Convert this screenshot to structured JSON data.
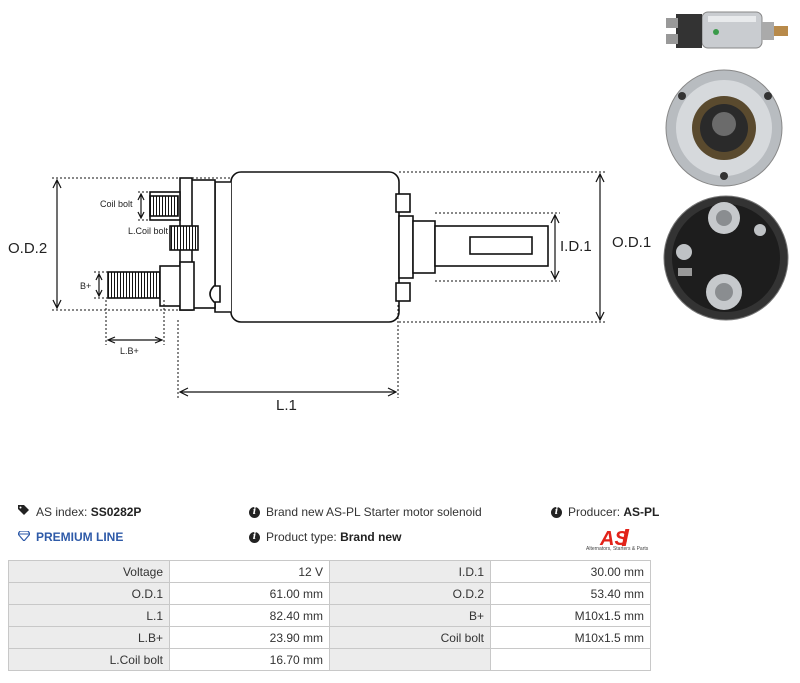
{
  "diagram": {
    "labels": {
      "od2": "O.D.2",
      "od1": "O.D.1",
      "id1": "I.D.1",
      "l1": "L.1",
      "coil_bolt": "Coil bolt",
      "l_coil_bolt": "L.Coil bolt",
      "b_plus": "B+",
      "l_b_plus": "L.B+"
    }
  },
  "info": {
    "as_index_label": "AS index:",
    "as_index_value": "SS0282P",
    "premium": "PREMIUM LINE",
    "description": "Brand new AS-PL Starter motor solenoid",
    "product_type_label": "Product type:",
    "product_type_value": "Brand new",
    "producer_label": "Producer:",
    "producer_value": "AS-PL",
    "logo_text": "AS",
    "logo_tagline": "Alternators, Starters & Parts"
  },
  "colors": {
    "accent": "#2e5aa8",
    "logo_red": "#e2231a",
    "header_bg": "#ececec"
  },
  "specs": [
    [
      {
        "k": "Voltage",
        "v": "12 V"
      },
      {
        "k": "I.D.1",
        "v": "30.00 mm"
      }
    ],
    [
      {
        "k": "O.D.1",
        "v": "61.00 mm"
      },
      {
        "k": "O.D.2",
        "v": "53.40 mm"
      }
    ],
    [
      {
        "k": "L.1",
        "v": "82.40 mm"
      },
      {
        "k": "B+",
        "v": "M10x1.5 mm"
      }
    ],
    [
      {
        "k": "L.B+",
        "v": "23.90 mm"
      },
      {
        "k": "Coil bolt",
        "v": "M10x1.5 mm"
      }
    ],
    [
      {
        "k": "L.Coil bolt",
        "v": "16.70 mm"
      },
      {
        "k": "",
        "v": ""
      }
    ]
  ]
}
